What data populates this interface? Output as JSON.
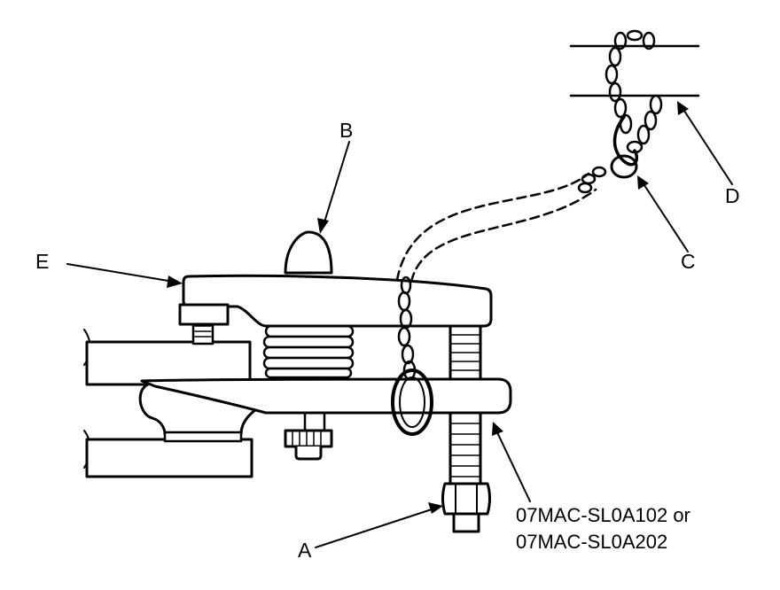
{
  "labels": {
    "a": "A",
    "b": "B",
    "c": "C",
    "d": "D",
    "e": "E"
  },
  "tool_part_numbers": [
    "07MAC-SL0A102 or",
    "07MAC-SL0A202"
  ],
  "colors": {
    "line": "#000000",
    "background": "#ffffff"
  }
}
